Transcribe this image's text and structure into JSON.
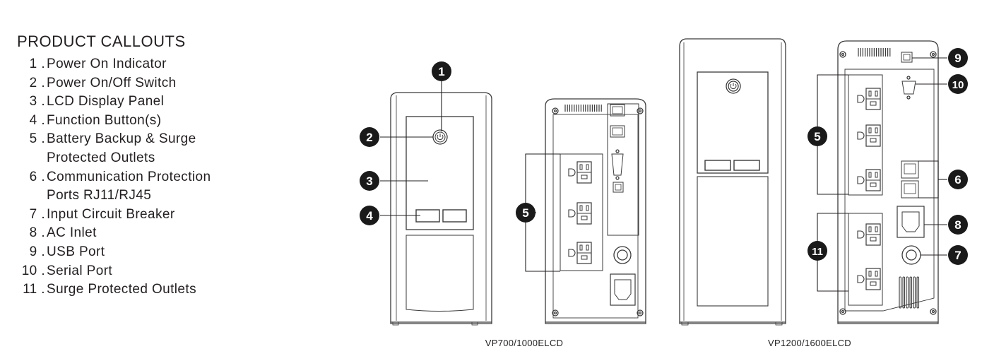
{
  "title": "PRODUCT CALLOUTS",
  "callouts": [
    {
      "num": "1",
      "label": "Power On Indicator",
      "cont": ""
    },
    {
      "num": "2",
      "label": "Power On/Off Switch",
      "cont": ""
    },
    {
      "num": "3",
      "label": "LCD Display Panel",
      "cont": ""
    },
    {
      "num": "4",
      "label": "Function Button(s)",
      "cont": ""
    },
    {
      "num": "5",
      "label": "Battery Backup & Surge",
      "cont": "Protected Outlets"
    },
    {
      "num": "6",
      "label": "Communication Protection",
      "cont": "Ports RJ11/RJ45"
    },
    {
      "num": "7",
      "label": "Input Circuit Breaker",
      "cont": ""
    },
    {
      "num": "8",
      "label": "AC Inlet",
      "cont": ""
    },
    {
      "num": "9",
      "label": "USB Port",
      "cont": ""
    },
    {
      "num": "10",
      "label": "Serial Port",
      "cont": ""
    },
    {
      "num": "11",
      "label": "Surge Protected Outlets",
      "cont": ""
    }
  ],
  "captions": {
    "model_small": "VP700/1000ELCD",
    "model_large": "VP1200/1600ELCD"
  },
  "badges": [
    "1",
    "2",
    "3",
    "4",
    "5",
    "5",
    "6",
    "7",
    "8",
    "9",
    "10",
    "11"
  ],
  "colors": {
    "ink": "#231f20",
    "line": "#3a3a3a",
    "badge": "#1a1a1a",
    "panel_fill": "#ffffff"
  }
}
